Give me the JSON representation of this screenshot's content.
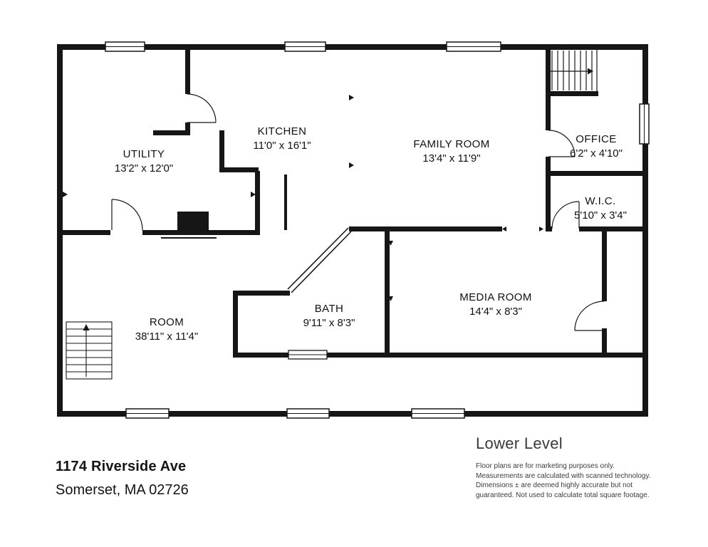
{
  "floorplan": {
    "level_title": "Lower Level",
    "rooms": [
      {
        "name": "UTILITY",
        "dims": "13'2\" x 12'0\""
      },
      {
        "name": "KITCHEN",
        "dims": "11'0\" x 16'1\""
      },
      {
        "name": "FAMILY ROOM",
        "dims": "13'4\" x 11'9\""
      },
      {
        "name": "OFFICE",
        "dims": "6'2\" x 4'10\""
      },
      {
        "name": "W.I.C.",
        "dims": "5'10\" x 3'4\""
      },
      {
        "name": "MEDIA ROOM",
        "dims": "14'4\" x 8'3\""
      },
      {
        "name": "BATH",
        "dims": "9'11\" x 8'3\""
      },
      {
        "name": "ROOM",
        "dims": "38'11\" x 11'4\""
      }
    ]
  },
  "address": {
    "line1": "1174 Riverside Ave",
    "line2": "Somerset, MA 02726"
  },
  "disclaimer": {
    "lines": [
      "Floor plans are for marketing purposes only.",
      "Measurements are calculated with scanned technology.",
      "Dimensions ± are deemed highly accurate but not",
      "guaranteed. Not used to calculate total square footage."
    ]
  },
  "colors": {
    "wall": "#161616",
    "background": "#ffffff",
    "text": "#141414"
  }
}
